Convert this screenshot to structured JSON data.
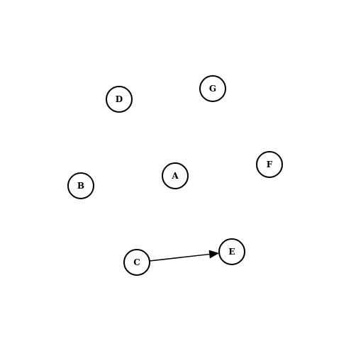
{
  "graph": {
    "directed": true,
    "colors": {
      "background": "#ffffff",
      "stroke": "#000000",
      "node_fill": "#ffffff"
    },
    "nodes": [
      {
        "id": "A",
        "label": "A"
      },
      {
        "id": "B",
        "label": "B"
      },
      {
        "id": "C",
        "label": "C"
      },
      {
        "id": "D",
        "label": "D"
      },
      {
        "id": "E",
        "label": "E"
      },
      {
        "id": "F",
        "label": "F"
      },
      {
        "id": "G",
        "label": "G"
      }
    ],
    "edges": [
      {
        "source": "C",
        "target": "E"
      }
    ]
  }
}
